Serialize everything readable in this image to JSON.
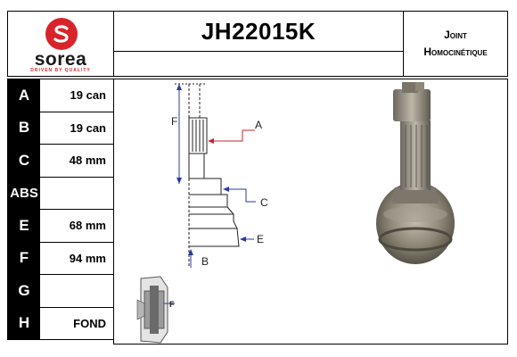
{
  "brand": {
    "name": "sorea",
    "tagline": "DRIVEN BY QUALITY"
  },
  "part_number": "JH22015K",
  "part_type": {
    "line1": "Joint",
    "line2": "Homocinétique"
  },
  "specs": [
    {
      "key": "A",
      "value": "19 can"
    },
    {
      "key": "B",
      "value": "19 can"
    },
    {
      "key": "C",
      "value": "48 mm"
    },
    {
      "key": "ABS",
      "value": ""
    },
    {
      "key": "E",
      "value": "68 mm"
    },
    {
      "key": "F",
      "value": "94 mm"
    },
    {
      "key": "G",
      "value": ""
    },
    {
      "key": "H",
      "value": "FOND"
    }
  ],
  "diagram": {
    "labels": {
      "A": "A",
      "B": "B",
      "C": "C",
      "E": "E",
      "F": "F",
      "F_small": "F"
    },
    "arrow_colors": {
      "A": "#c0282d",
      "C": "#2b3a9b",
      "F": "#2b3a9b"
    }
  }
}
